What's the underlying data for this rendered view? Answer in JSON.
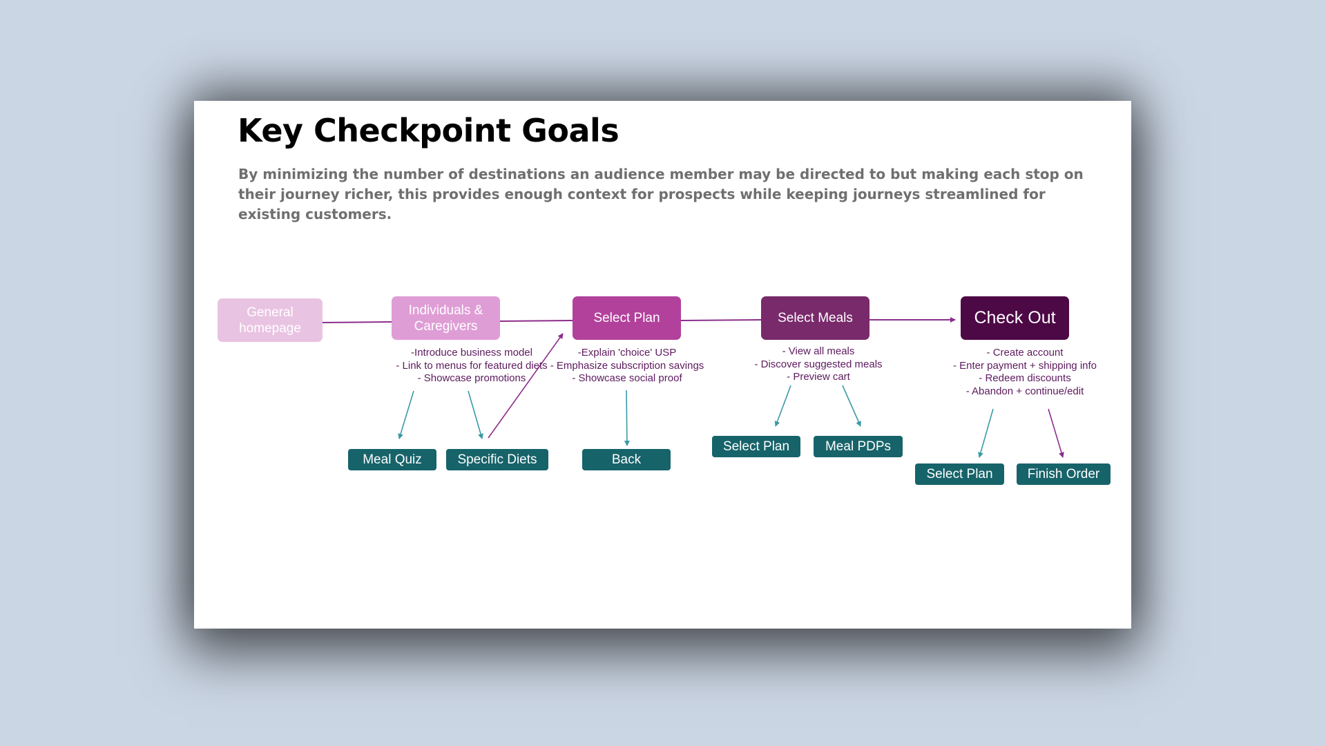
{
  "title": "Key Checkpoint Goals",
  "description": "By minimizing the number of destinations an audience member may be directed to but making each stop on their journey richer, this provides enough context for prospects while keeping journeys streamlined for existing customers.",
  "colors": {
    "stage_1": "#e9c3e2",
    "stage_2": "#df9dd6",
    "stage_3": "#b2419c",
    "stage_4": "#792a6b",
    "stage_5": "#4d0846",
    "action": "#17636a",
    "arrow_purple": "#8b2d8c",
    "arrow_teal": "#3a9aa6",
    "notes_text": "#5d1a5e"
  },
  "stages": [
    {
      "label": "General homepage"
    },
    {
      "label": "Individuals & Caregivers"
    },
    {
      "label": "Select Plan"
    },
    {
      "label": "Select Meals"
    },
    {
      "label": "Check Out"
    }
  ],
  "notes": {
    "individuals": [
      "-Introduce business model",
      "- Link to menus for featured diets",
      "- Showcase promotions"
    ],
    "select_plan": [
      "-Explain 'choice' USP",
      "- Emphasize subscription savings",
      "- Showcase social proof"
    ],
    "select_meals": [
      "- View all meals",
      "- Discover suggested meals",
      "- Preview cart"
    ],
    "check_out": [
      "- Create account",
      "- Enter payment + shipping info",
      "- Redeem discounts",
      "- Abandon + continue/edit"
    ]
  },
  "actions": {
    "meal_quiz": "Meal Quiz",
    "specific_diets": "Specific Diets",
    "back": "Back",
    "meals_select_plan": "Select Plan",
    "meal_pdps": "Meal PDPs",
    "checkout_select_plan": "Select Plan",
    "finish_order": "Finish Order"
  }
}
